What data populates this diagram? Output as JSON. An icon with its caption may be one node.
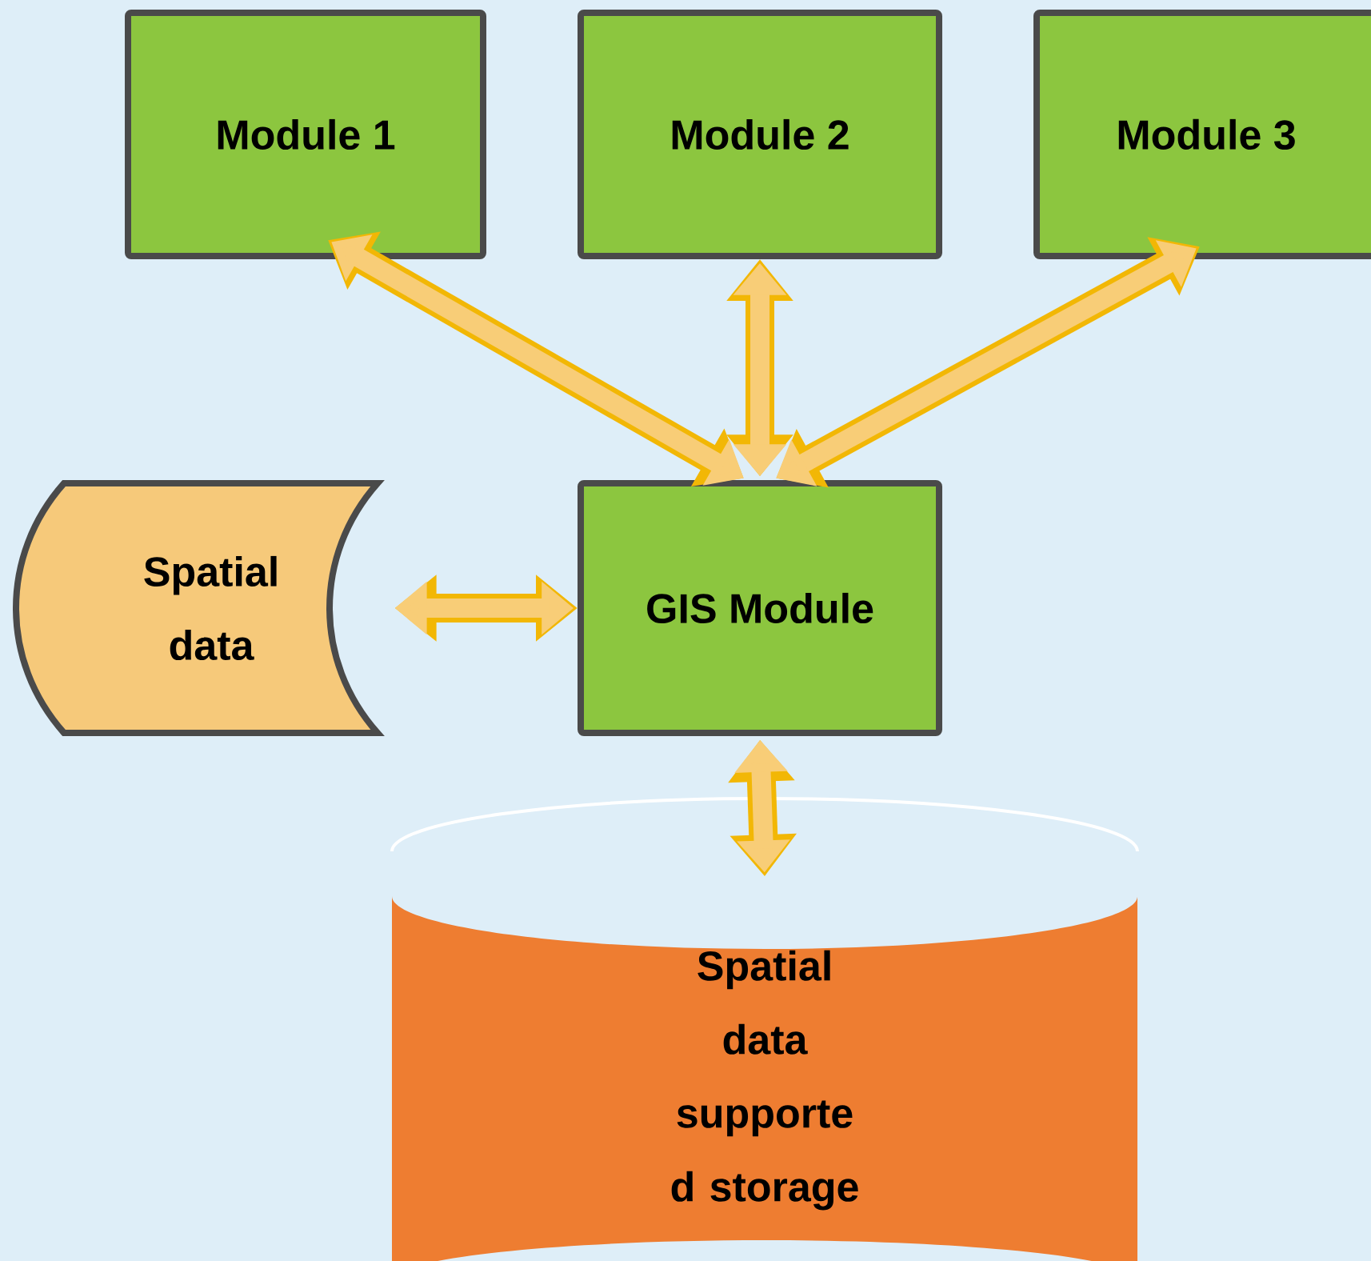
{
  "diagram": {
    "nodes": [
      {
        "text": [
          "Module 1"
        ]
      },
      {
        "text": [
          "Module 2"
        ]
      },
      {
        "text": [
          "Module 3"
        ]
      },
      {
        "text": [
          "Spatial data"
        ]
      },
      {
        "text": [
          "GIS Module"
        ]
      },
      {
        "text": [
          "Spatial data supporte d storage"
        ]
      }
    ],
    "edges": [
      {
        "from": 4,
        "to": 0,
        "arrow": "both"
      },
      {
        "from": 4,
        "to": 1,
        "arrow": "both"
      },
      {
        "from": 4,
        "to": 2,
        "arrow": "both"
      },
      {
        "from": 3,
        "to": 4,
        "arrow": "both"
      },
      {
        "from": 4,
        "to": 5,
        "arrow": "both"
      }
    ]
  }
}
